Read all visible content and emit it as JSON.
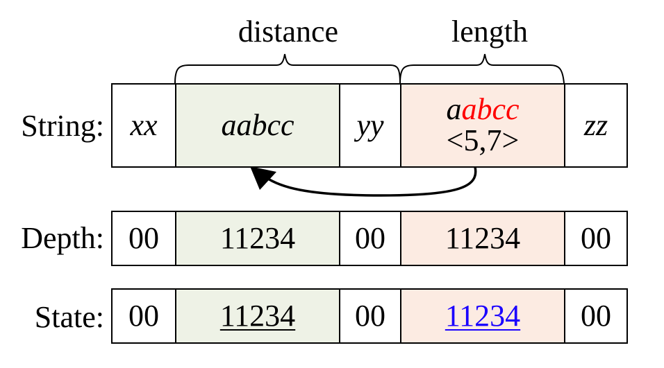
{
  "braces": {
    "distance": "distance",
    "length": "length"
  },
  "rows": {
    "string": {
      "label": "String:",
      "cells": [
        "xx",
        "aabcc",
        "yy",
        "zz"
      ],
      "ref": {
        "first_char": "a",
        "rest_chars": "abcc",
        "pair": "<5,7>"
      }
    },
    "depth": {
      "label": "Depth:",
      "cells": [
        "00",
        "11234",
        "00",
        "11234",
        "00"
      ]
    },
    "state": {
      "label": "State:",
      "cells": [
        "00",
        "11234",
        "00",
        "11234",
        "00"
      ]
    }
  },
  "colors": {
    "green_fill": "#eef2e6",
    "peach_fill": "#fcebe2",
    "highlight_red": "#ff0000",
    "highlight_blue": "#1a00ff"
  }
}
